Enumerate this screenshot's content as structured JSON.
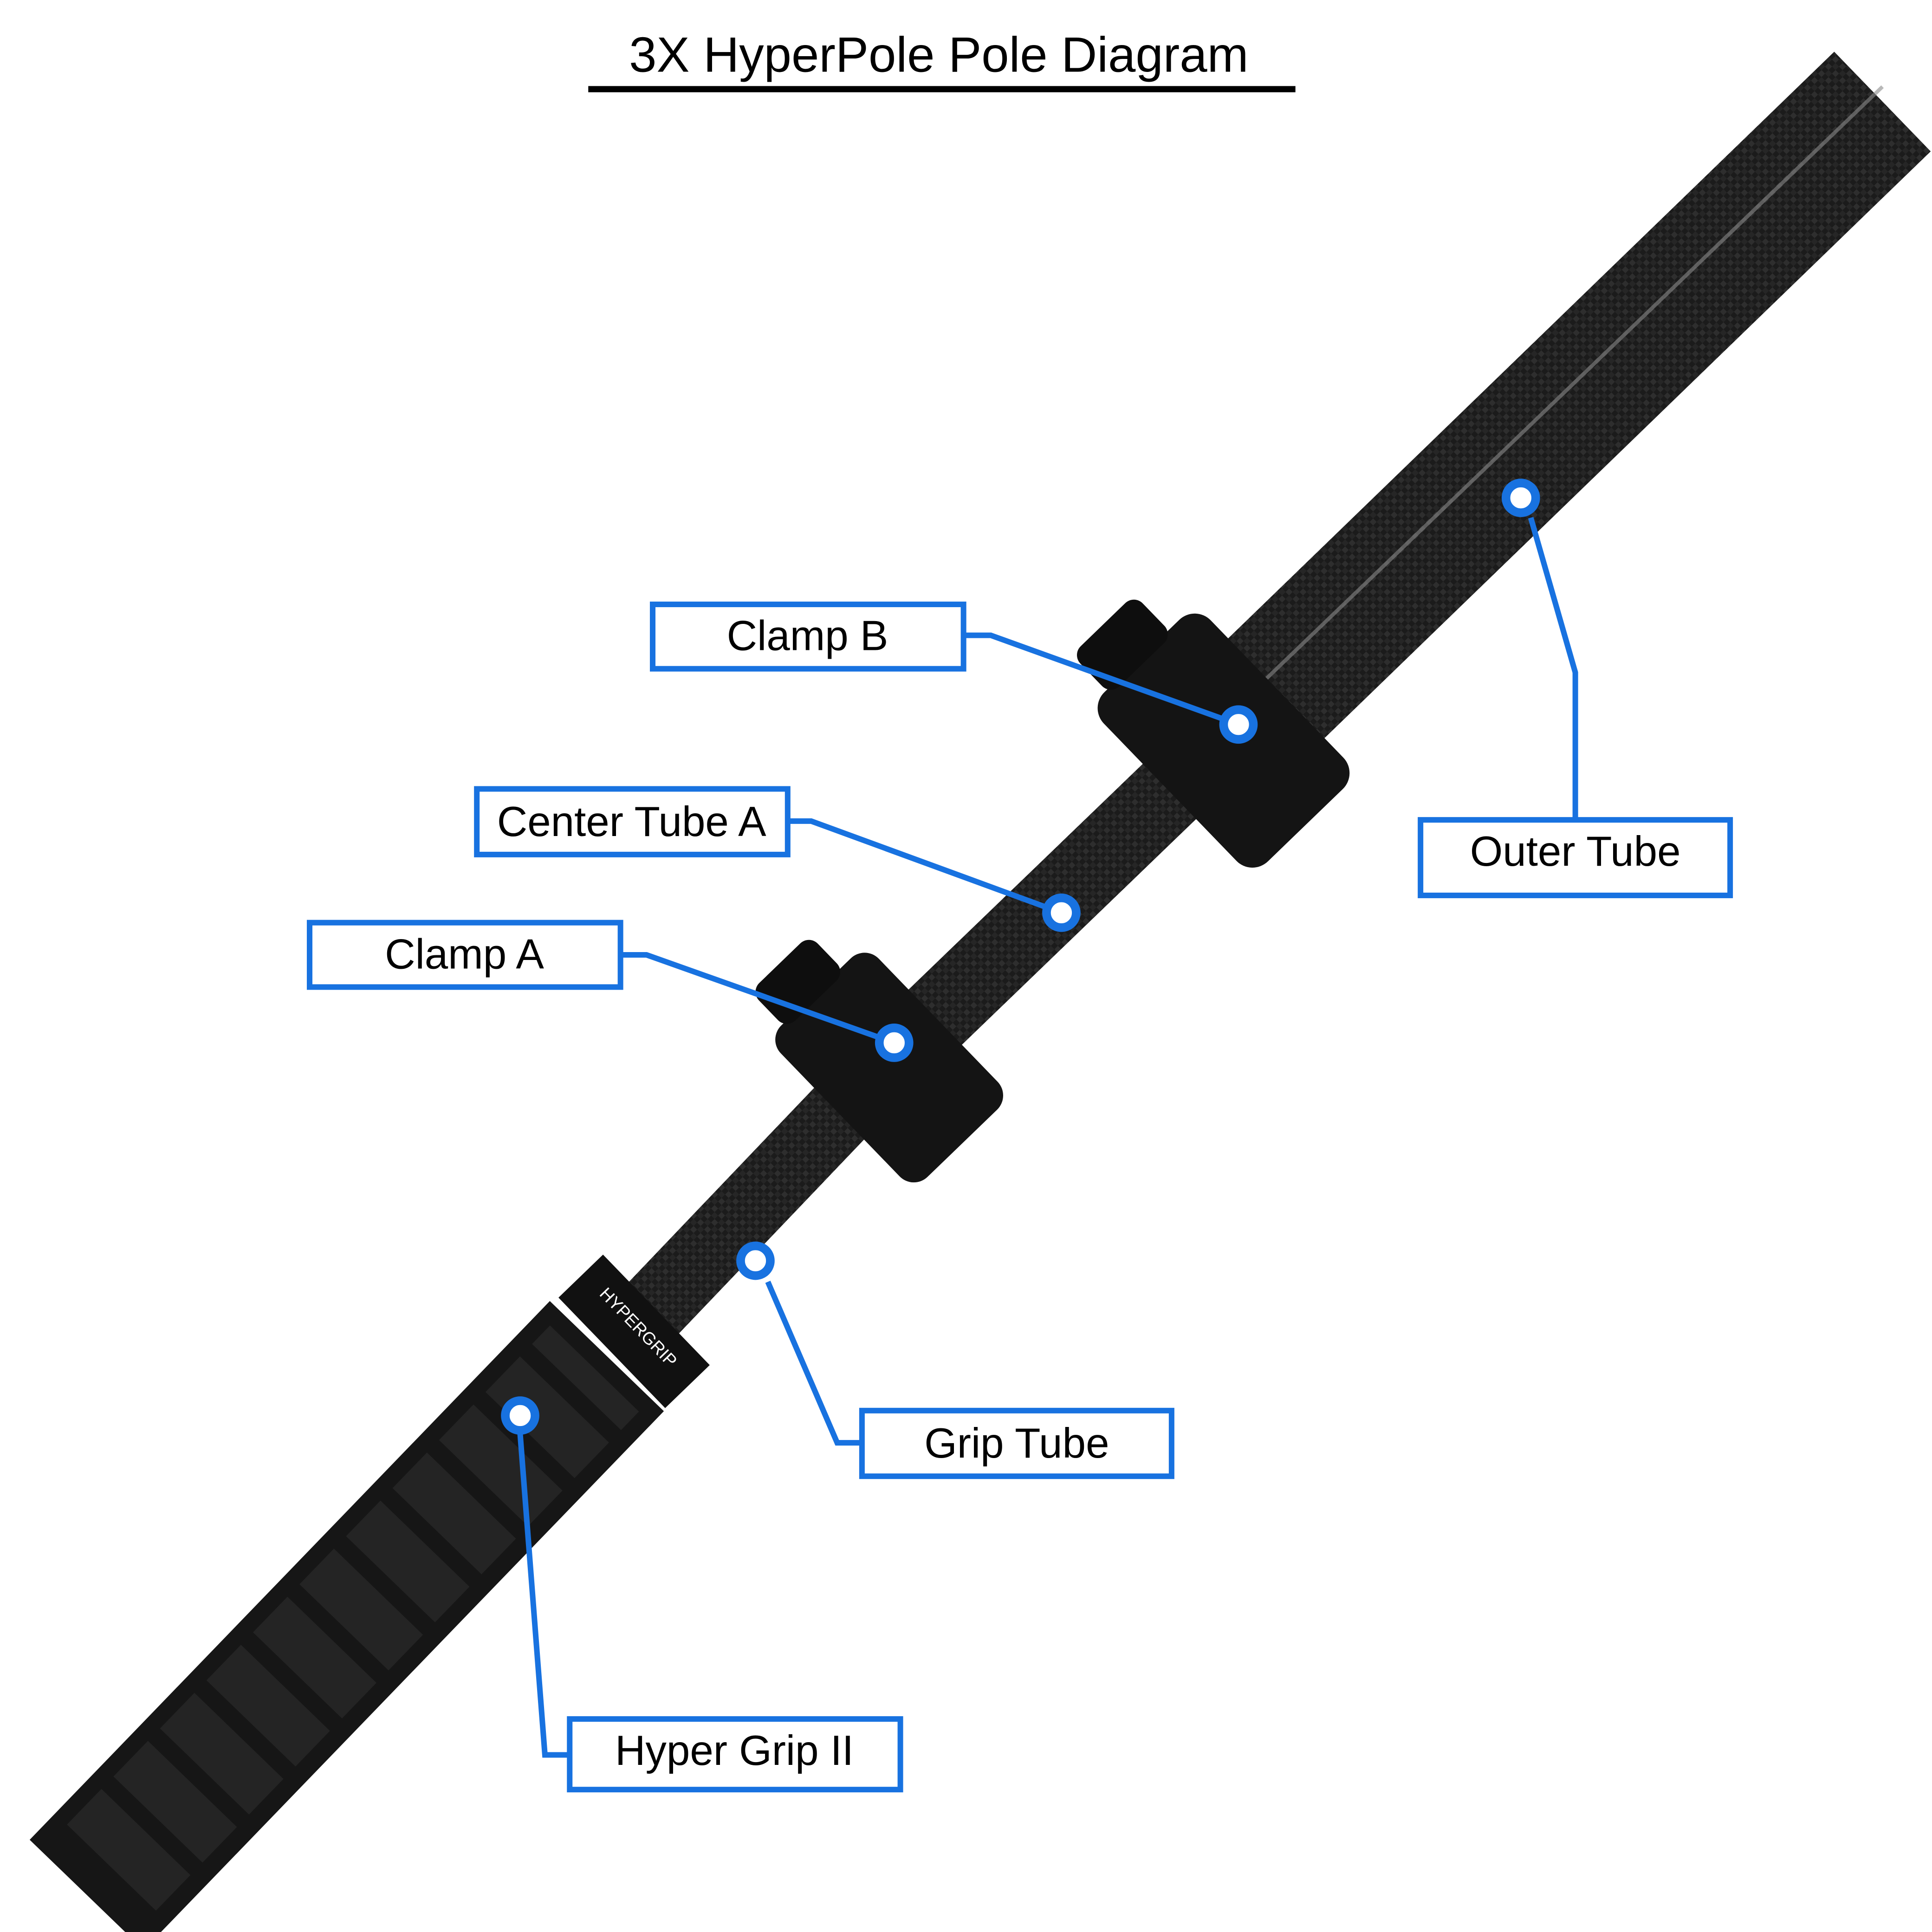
{
  "title": "3X HyperPole Pole Diagram",
  "accent_color": "#1872E0",
  "product_logo_text": "HYPERGRIP",
  "callouts": [
    {
      "label": "Clamp B"
    },
    {
      "label": "Center Tube A"
    },
    {
      "label": "Clamp A"
    },
    {
      "label": "Outer Tube"
    },
    {
      "label": "Grip Tube"
    },
    {
      "label": "Hyper Grip II"
    }
  ]
}
